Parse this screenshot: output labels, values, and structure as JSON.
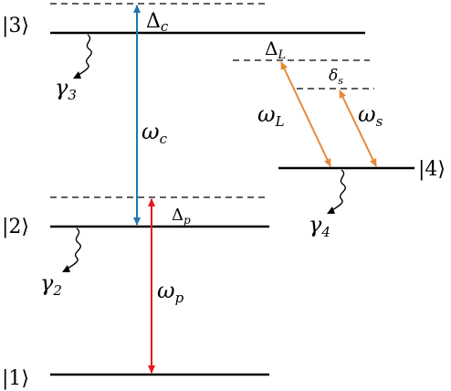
{
  "levels": {
    "l1": {
      "ket": "|1⟩"
    },
    "l2": {
      "ket": "|2⟩"
    },
    "l3": {
      "ket": "|3⟩"
    },
    "l4": {
      "ket": "|4⟩"
    }
  },
  "detunings": {
    "delta_c": {
      "symbol": "Δ",
      "sub": "c"
    },
    "delta_p": {
      "symbol": "Δ",
      "sub": "p"
    },
    "delta_L": {
      "symbol": "Δ",
      "sub": "L"
    },
    "delta_s": {
      "symbol": "δ",
      "sub": "s"
    }
  },
  "fields": {
    "omega_c": {
      "symbol": "ω",
      "sub": "c",
      "color": "#1f77b4"
    },
    "omega_p": {
      "symbol": "ω",
      "sub": "p",
      "color": "#e41a1c"
    },
    "omega_L": {
      "symbol": "ω",
      "sub": "L",
      "color": "#e8893a"
    },
    "omega_s": {
      "symbol": "ω",
      "sub": "s",
      "color": "#e8893a"
    }
  },
  "decays": {
    "gamma_2": {
      "symbol": "γ",
      "sub": "2"
    },
    "gamma_3": {
      "symbol": "γ",
      "sub": "3"
    },
    "gamma_4": {
      "symbol": "γ",
      "sub": "4"
    }
  }
}
